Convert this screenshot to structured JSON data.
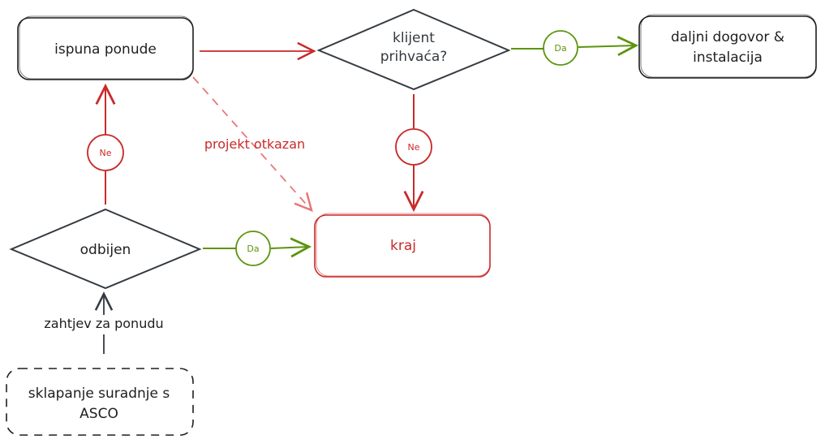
{
  "nodes": {
    "ispuna": "ispuna ponude",
    "klijent_line1": "klijent",
    "klijent_line2": "prihvaća?",
    "daljni_line1": "daljni dogovor &",
    "daljni_line2": "instalacija",
    "odbijen": "odbijen",
    "kraj": "kraj",
    "sklapanje_line1": "sklapanje suradnje s",
    "sklapanje_line2": "ASCO"
  },
  "edges": {
    "zahtjev": "zahtjev za ponudu",
    "projekt_otkazan": "projekt otkazan",
    "ne_odbijen": "Ne",
    "da_odbijen": "Da",
    "ne_klijent": "Ne",
    "da_klijent": "Da"
  },
  "colors": {
    "black": "#1e1e1e",
    "red": "#c92a2a",
    "green": "#5c940d",
    "gray": "#343a40",
    "pink_dashed": "#e8777a"
  }
}
